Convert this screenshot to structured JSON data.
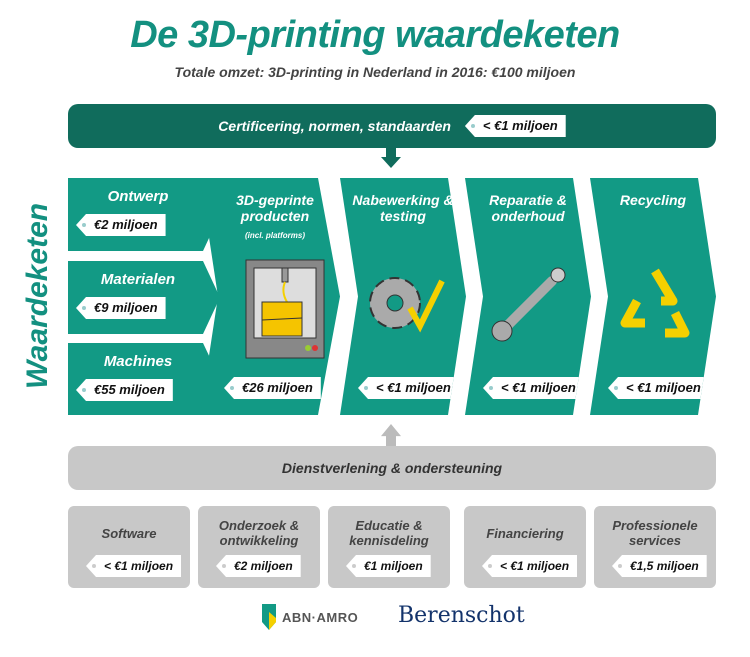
{
  "title": "De 3D-printing waardeketen",
  "subtitle": "Totale omzet: 3D-printing in Nederland in 2016:  €100 miljoen",
  "top_banner": {
    "label": "Certificering, normen, standaarden",
    "value": "< €1 miljoen"
  },
  "side_label": "Waardeketen",
  "left_items": [
    {
      "label": "Ontwerp",
      "value": "€2 miljoen"
    },
    {
      "label": "Materialen",
      "value": "€9 miljoen"
    },
    {
      "label": "Machines",
      "value": "€55 miljoen"
    }
  ],
  "chain": [
    {
      "label": "3D-geprinte producten",
      "note": "(incl. platforms)",
      "value": "€26 miljoen",
      "icon": "3d-printer-icon"
    },
    {
      "label": "Nabewerking & testing",
      "value": "< €1 miljoen",
      "icon": "gear-check-icon"
    },
    {
      "label": "Reparatie & onderhoud",
      "value": "< €1 miljoen",
      "icon": "wrench-icon"
    },
    {
      "label": "Recycling",
      "value": "< €1 miljoen",
      "icon": "recycle-icon"
    }
  ],
  "bottom_banner": "Dienstverlening & ondersteuning",
  "services": [
    {
      "label": "Software",
      "value": "< €1 miljoen"
    },
    {
      "label": "Onderzoek & ontwikkeling",
      "value": "€2 miljoen"
    },
    {
      "label": "Educatie & kennisdeling",
      "value": "€1 miljoen"
    },
    {
      "label": "Financiering",
      "value": "< €1 miljoen"
    },
    {
      "label": "Professionele services",
      "value": "€1,5 miljoen"
    }
  ],
  "logos": {
    "abn": "ABN·AMRO",
    "berenschot": "Berenschot"
  },
  "colors": {
    "teal": "#129a85",
    "dark_teal": "#106c5c",
    "gray": "#c8c8c8",
    "yellow": "#f5d000"
  }
}
